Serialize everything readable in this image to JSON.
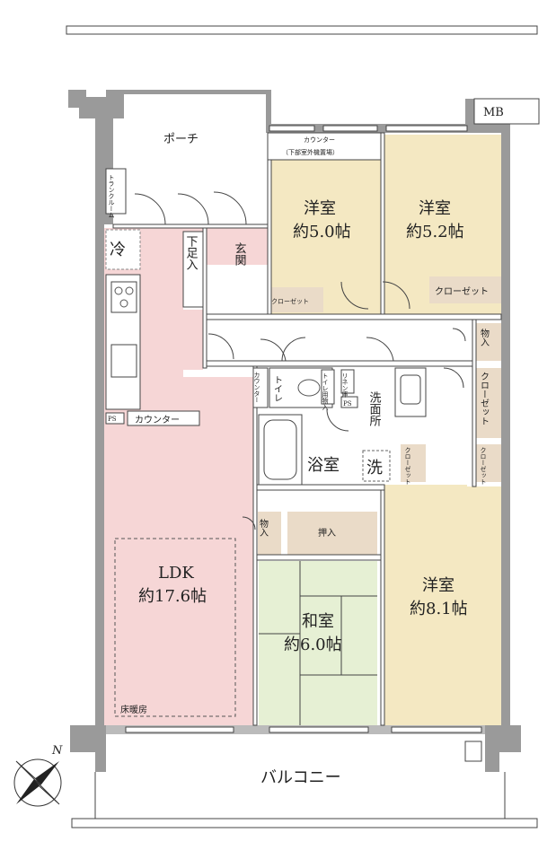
{
  "rooms": {
    "porch": "ポーチ",
    "trunk_room": "トランクルーム",
    "fridge": "冷",
    "shoe_box": "下足入",
    "entrance": "玄関",
    "western1_name": "洋室",
    "western1_size": "約5.0帖",
    "western2_name": "洋室",
    "western2_size": "約5.2帖",
    "western3_name": "洋室",
    "western3_size": "約8.1帖",
    "japanese_name": "和室",
    "japanese_size": "約6.0帖",
    "ldk_name": "LDK",
    "ldk_size": "約17.6帖",
    "bath": "浴室",
    "washroom": "洗面所",
    "toilet": "トイレ",
    "balcony": "バルコニー"
  },
  "labels": {
    "mb": "MB",
    "counter_top": "カウンター",
    "counter_top_sub": "（下部室外機置場）",
    "closet": "クローゼット",
    "storage": "物入",
    "counter": "カウンター",
    "ps": "PS",
    "floor_heating": "床暖房",
    "oshiire": "押入",
    "washer": "洗",
    "closet_split": "クローゼット",
    "north": "N",
    "linen": "リネン庫",
    "toilet_storage": "トイレ用物入"
  }
}
